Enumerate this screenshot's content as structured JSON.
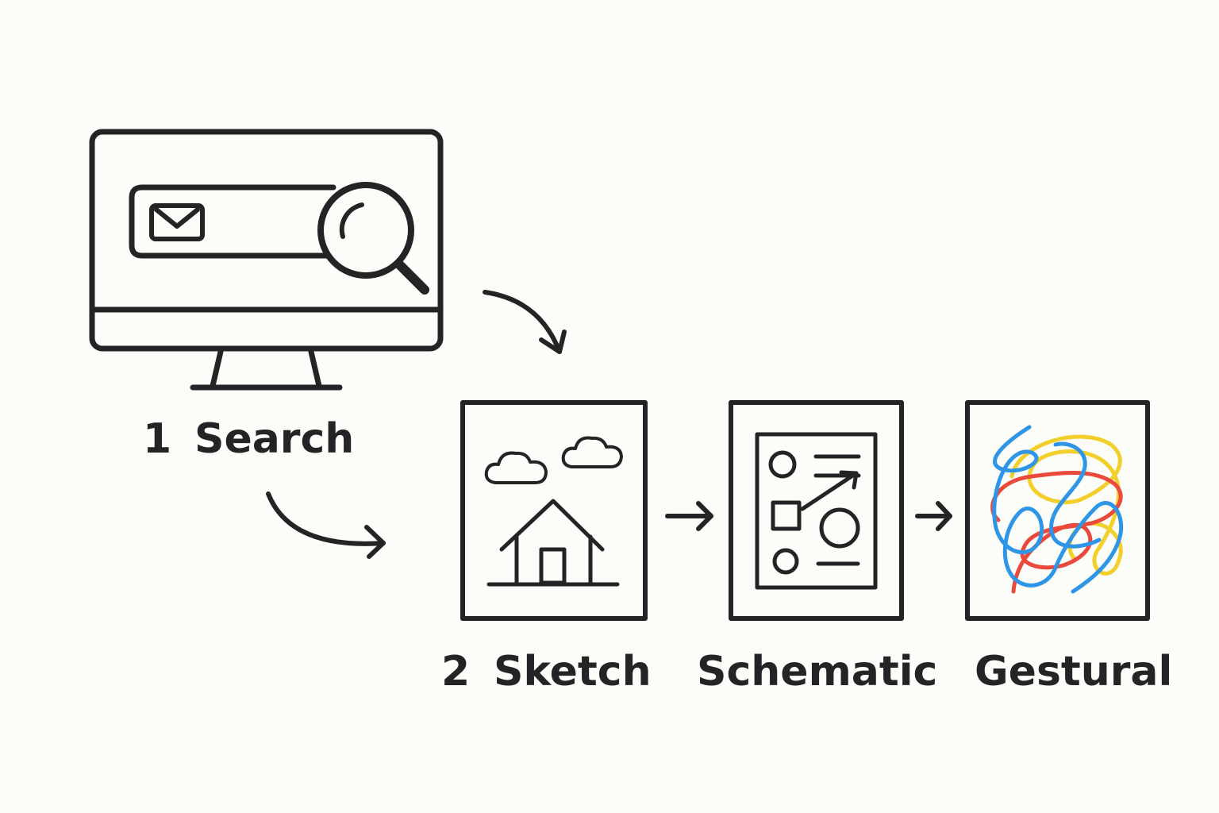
{
  "colors": {
    "background": "#fcfcf8",
    "ink": "#222426",
    "scribble_blue": "#2f95e6",
    "scribble_yellow": "#f2cf2a",
    "scribble_red": "#ea4a3c"
  },
  "steps": [
    {
      "number": "1",
      "name": "Search",
      "icon": "computer-search-icon"
    },
    {
      "number": "2",
      "name": "Sketch",
      "icon": "house-sketch-icon"
    },
    {
      "number": "",
      "name": "Schematic",
      "icon": "schematic-icon"
    },
    {
      "number": "",
      "name": "Gestural",
      "icon": "scribble-icon"
    }
  ]
}
